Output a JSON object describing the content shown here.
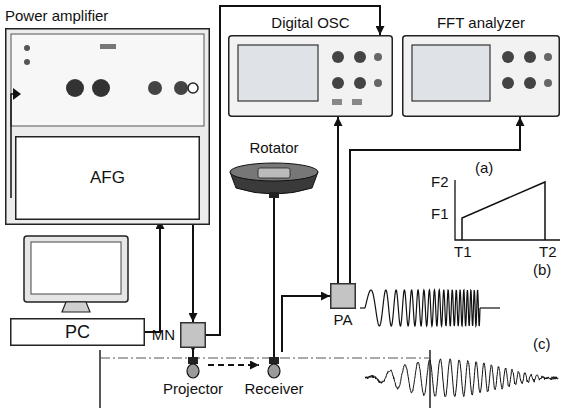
{
  "diagram": {
    "nodes": [
      {
        "text": [
          "Power amplifier"
        ]
      },
      {
        "text": [
          "AFG"
        ],
        "in": 0
      },
      {
        "text": [
          "PC"
        ]
      },
      {
        "text": [
          "Digital OSC"
        ]
      },
      {
        "text": [
          "FFT analyzer"
        ]
      },
      {
        "text": [
          "Rotator"
        ]
      },
      {
        "text": [
          "MN"
        ]
      },
      {
        "text": [
          "PA"
        ]
      },
      {
        "text": [
          "Projector"
        ]
      },
      {
        "text": [
          "Receiver"
        ]
      }
    ],
    "edges": [
      {
        "from": 2,
        "to": 1,
        "arrow": "to"
      },
      {
        "from": 0,
        "to": 6,
        "arrow": "to"
      },
      {
        "from": 6,
        "to": 8,
        "arrow": "to"
      },
      {
        "from": 6,
        "to": 3,
        "arrow": "to"
      },
      {
        "from": 7,
        "to": 3,
        "arrow": "to"
      },
      {
        "from": 7,
        "to": 4,
        "arrow": "to"
      },
      {
        "from": 9,
        "to": 7,
        "arrow": "to"
      },
      {
        "from": 5,
        "to": 9,
        "arrow": "none"
      },
      {
        "from": 8,
        "to": 9,
        "arrow": "to"
      }
    ],
    "labels": [
      "(a)",
      "F2",
      "F1",
      "T1",
      "T2",
      "(b)",
      "(c)"
    ]
  }
}
